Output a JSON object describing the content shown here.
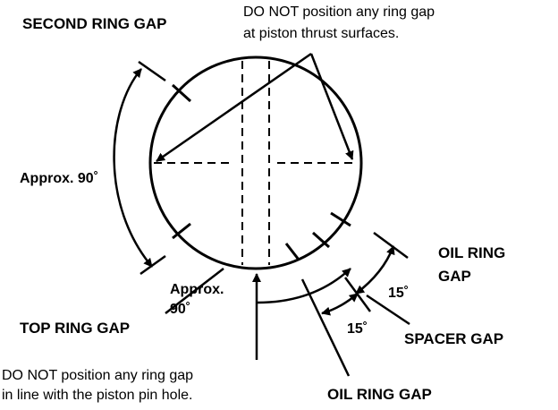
{
  "labels": {
    "second_ring_gap": "SECOND RING GAP",
    "note_thrust_line1": "DO NOT position any ring gap",
    "note_thrust_line2": "at piston thrust surfaces.",
    "approx_90_left": "Approx. 90˚",
    "oil_ring_gap_right_line1": "OIL RING",
    "oil_ring_gap_right_line2": "GAP",
    "angle_15_right": "15˚",
    "approx_90_bottom_line1": "Approx.",
    "approx_90_bottom_line2": "90˚",
    "angle_15_bottom": "15˚",
    "spacer_gap": "SPACER GAP",
    "top_ring_gap": "TOP RING GAP",
    "note_pin_line1": "DO NOT position any ring gap",
    "note_pin_line2": "in line with the piston pin hole.",
    "oil_ring_gap_bottom": "OIL RING GAP"
  }
}
